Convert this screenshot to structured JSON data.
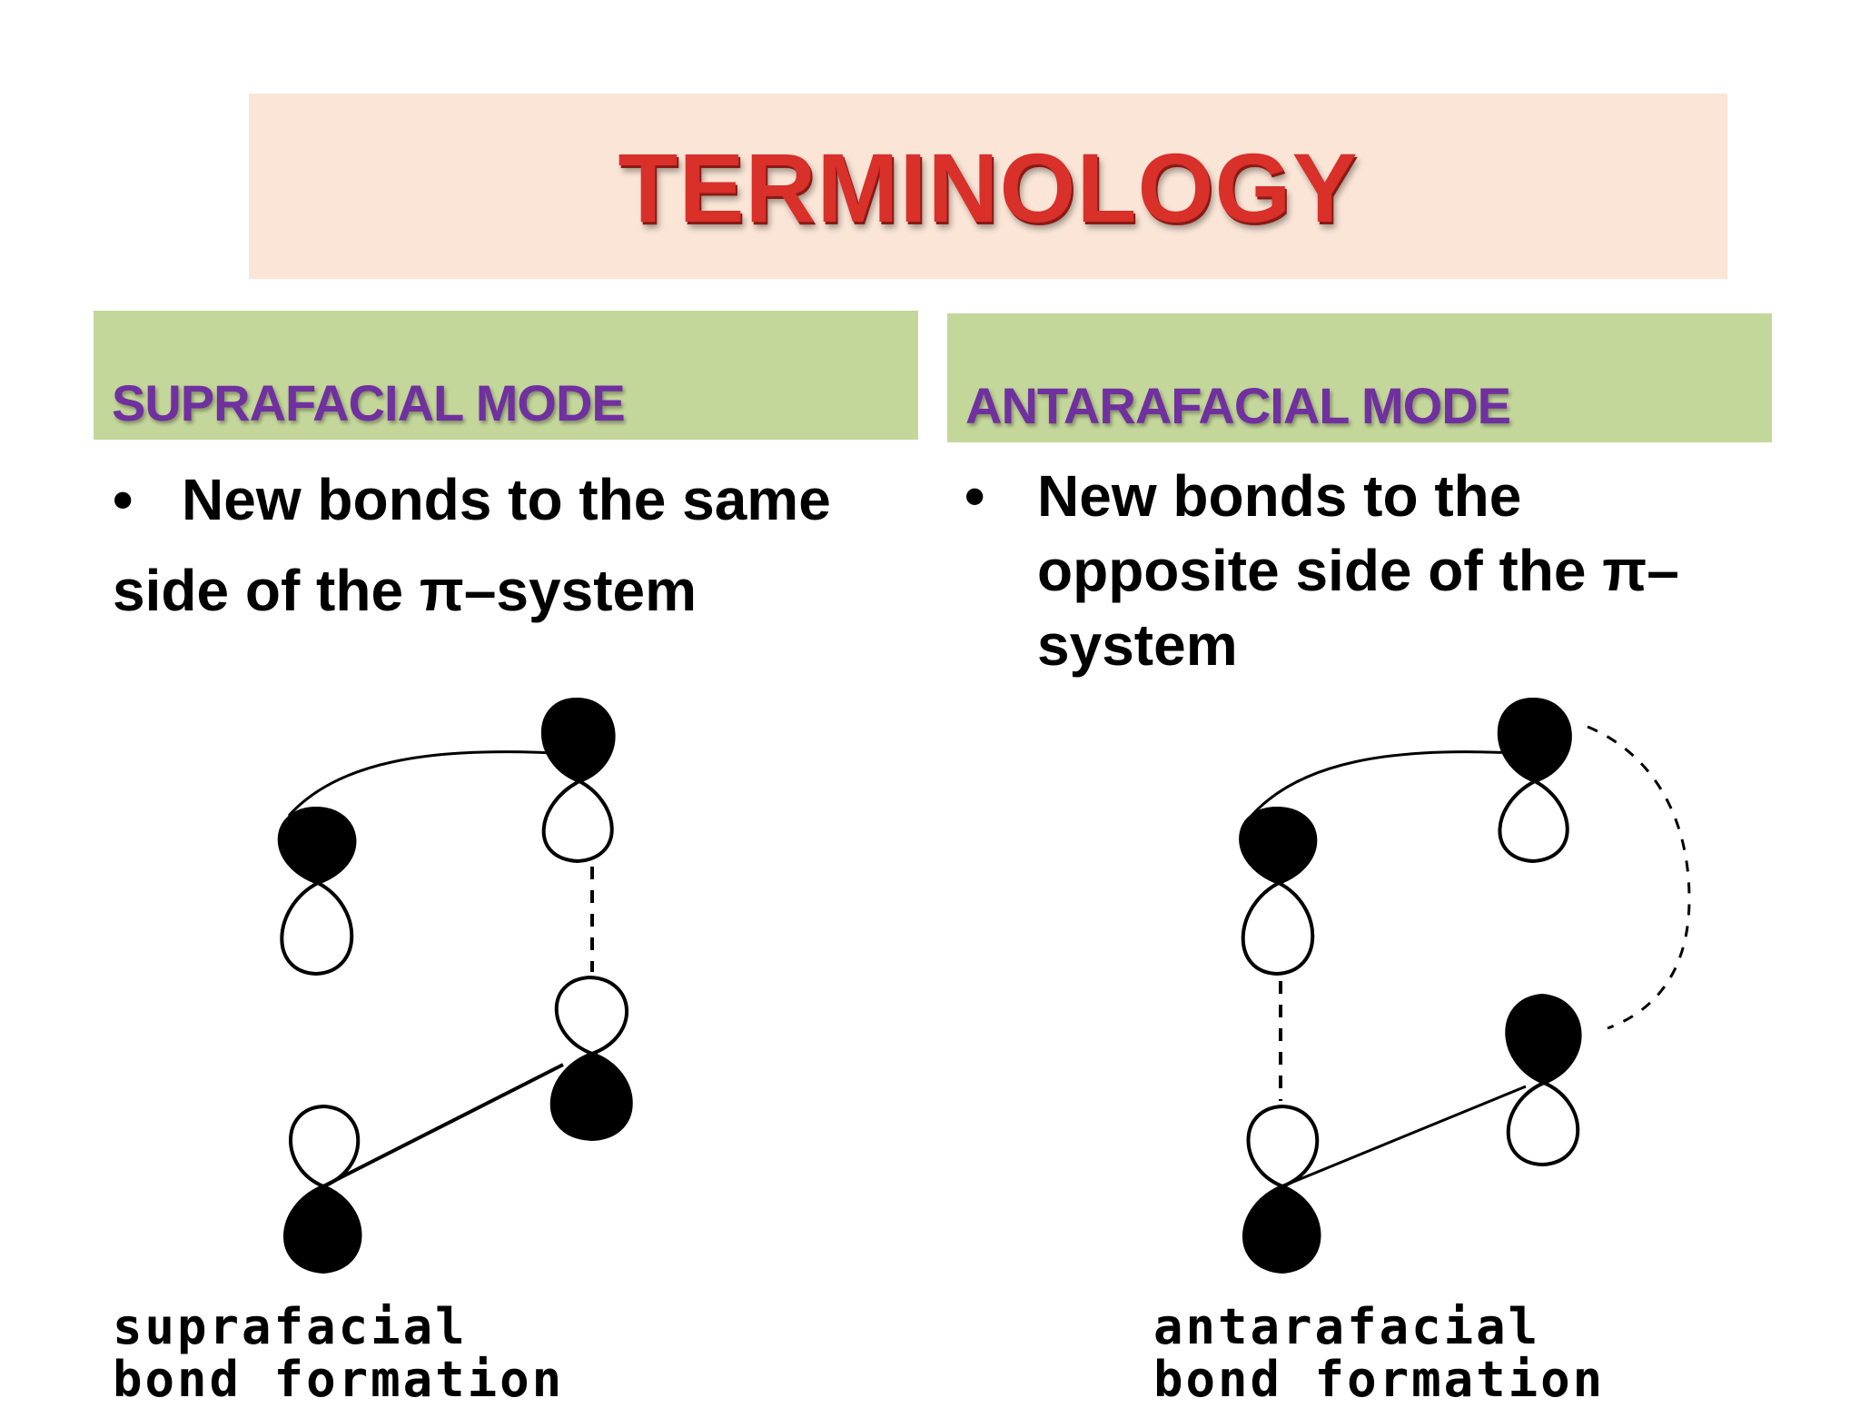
{
  "slide": {
    "title": "TERMINOLOGY",
    "left": {
      "header": "SUPRAFACIAL MODE",
      "bullet_marker": "•",
      "bullet_line1": "New bonds to the same",
      "bullet_line2": "side of the π–system",
      "caption_line1": "suprafacial",
      "caption_line2": "bond formation"
    },
    "right": {
      "header": "ANTARAFACIAL MODE",
      "bullet_marker": "•",
      "bullet_line1": "New bonds to the",
      "bullet_line2": "opposite side of the π–",
      "bullet_line3": "system",
      "caption_line1": "antarafacial",
      "caption_line2": "bond formation"
    }
  },
  "colors": {
    "title_banner": "#fae5d6",
    "title_text": "#d9302a",
    "header_bg": "#c4d79b",
    "header_text": "#7030a0"
  }
}
